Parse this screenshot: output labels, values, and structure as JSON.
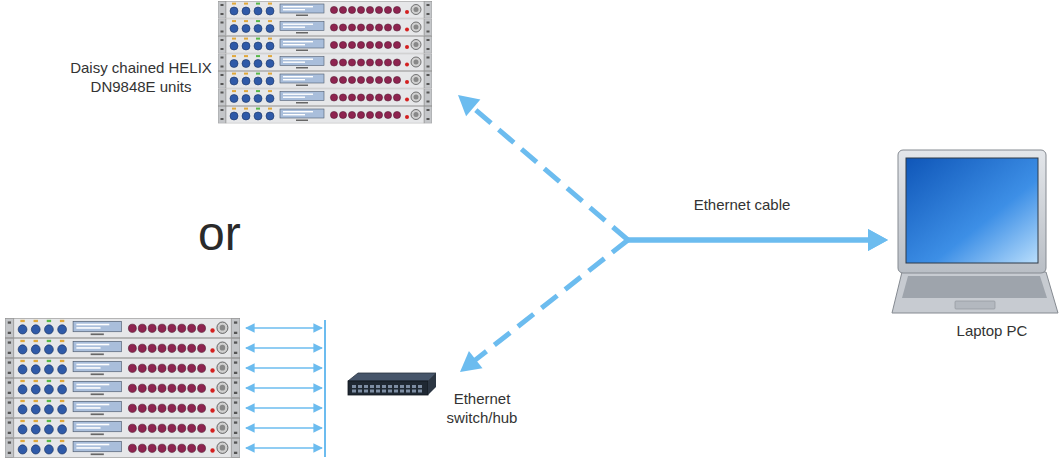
{
  "diagram": {
    "nodes": [
      {
        "text": [
          "Daisy chained HELIX DN9848E units"
        ]
      },
      {
        "text": [
          "Ethernet switch/hub"
        ]
      },
      {
        "text": [
          "Laptop PC"
        ]
      }
    ],
    "edges": [
      {
        "from": 2,
        "to": 0,
        "arrow": "both",
        "label": "Ethernet cable"
      },
      {
        "from": 2,
        "to": 1,
        "arrow": "both"
      }
    ],
    "labels": [
      "or"
    ]
  }
}
